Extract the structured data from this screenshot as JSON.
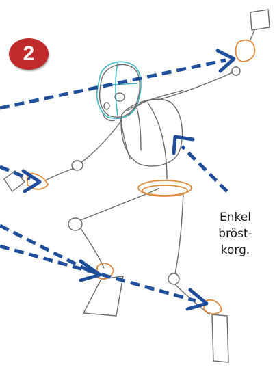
{
  "step": {
    "number": "2"
  },
  "callout": {
    "lines": [
      "Enkel",
      "bröst-",
      "korg."
    ]
  },
  "colors": {
    "badge": "#bf2a2a",
    "arrow": "#1f4e9b",
    "pencil": "#6a6a6a",
    "joint_highlight": "#e08a3c",
    "head_highlight": "#3fb6c4"
  }
}
